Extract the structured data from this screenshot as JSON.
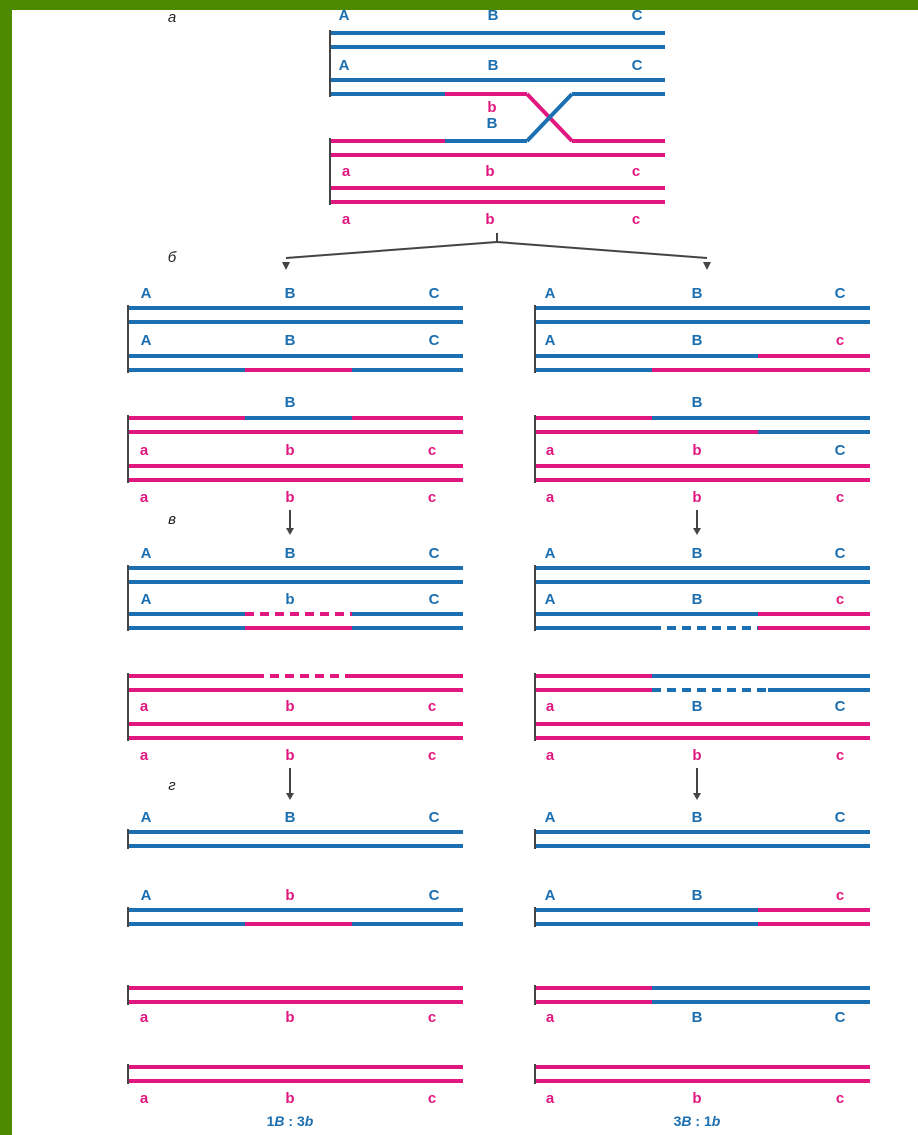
{
  "colors": {
    "blue": "#1c6fb0",
    "pink": "#e0177f",
    "background": "#4e8a00",
    "dark": "#444444"
  },
  "steps": [
    "а",
    "б",
    "в",
    "г"
  ],
  "panel_a": {
    "labels": [
      [
        "A",
        "B",
        "C"
      ],
      [
        "A",
        "B",
        "C"
      ],
      [
        "b",
        "B"
      ],
      [
        "a",
        "b",
        "c"
      ],
      [
        "a",
        "b",
        "c"
      ]
    ]
  },
  "ratios": [
    {
      "left": "1",
      "left_italic": "B",
      "sep": " : ",
      "right": "3",
      "right_italic": "b"
    },
    {
      "left": "3",
      "left_italic": "B",
      "sep": " : ",
      "right": "1",
      "right_italic": "b"
    }
  ]
}
